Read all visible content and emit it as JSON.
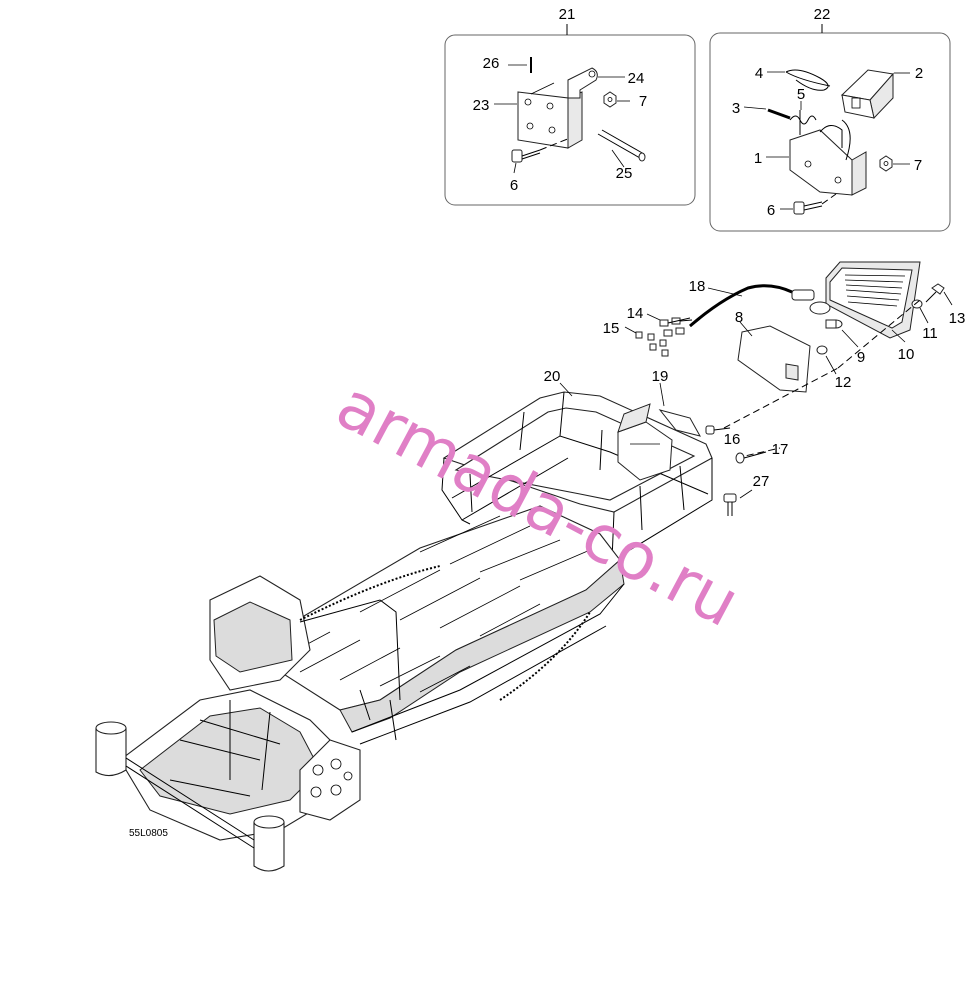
{
  "diagram": {
    "drawing_code": "55L0805",
    "watermark": "armada-co.ru",
    "callouts": {
      "c1": "1",
      "c2": "2",
      "c3": "3",
      "c4": "4",
      "c5": "5",
      "c6a": "6",
      "c6b": "6",
      "c7a": "7",
      "c7b": "7",
      "c8": "8",
      "c9": "9",
      "c10": "10",
      "c11": "11",
      "c12": "12",
      "c13": "13",
      "c14": "14",
      "c15": "15",
      "c16": "16",
      "c17": "17",
      "c18": "18",
      "c19": "19",
      "c20": "20",
      "c21": "21",
      "c22": "22",
      "c23": "23",
      "c24": "24",
      "c25": "25",
      "c26": "26",
      "c27": "27"
    }
  }
}
